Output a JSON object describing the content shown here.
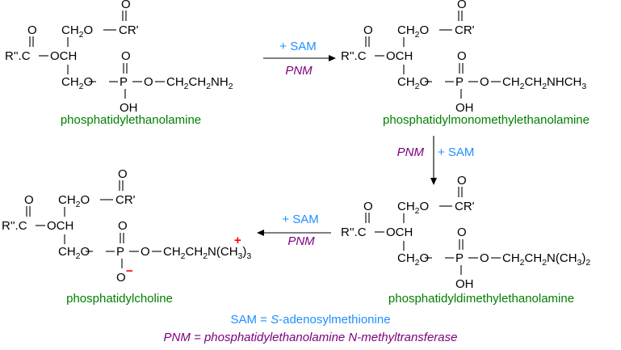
{
  "colors": {
    "compound_name": "#008000",
    "sam": "#1e90ff",
    "pnm": "#800080",
    "charge": "#ff0000",
    "structure": "#000000"
  },
  "compounds": [
    {
      "id": "pe",
      "name": "phosphatidylethanolamine",
      "head_group": "CH2CH2NH2",
      "phosphate_oxygen": "OH"
    },
    {
      "id": "pme",
      "name": "phosphatidylmonomethylethanolamine",
      "head_group": "CH2CH2NHCH3",
      "phosphate_oxygen": "OH"
    },
    {
      "id": "pde",
      "name": "phosphatidyldimethylethanolamine",
      "head_group": "CH2CH2N(CH3)2",
      "phosphate_oxygen": "OH"
    },
    {
      "id": "pc",
      "name": "phosphatidylcholine",
      "head_group": "CH2CH2N+(CH3)3",
      "phosphate_oxygen": "O−"
    }
  ],
  "steps": [
    {
      "from": "pe",
      "to": "pme",
      "reagent": "+ SAM",
      "enzyme": "PNM"
    },
    {
      "from": "pme",
      "to": "pde",
      "reagent": "+ SAM",
      "enzyme": "PNM"
    },
    {
      "from": "pde",
      "to": "pc",
      "reagent": "+ SAM",
      "enzyme": "PNM"
    }
  ],
  "atoms": {
    "O": "O",
    "C": "C",
    "P": "P",
    "R1": "R'",
    "R2": "R''.",
    "CH": "CH",
    "CH2": "CH",
    "OH": "OH",
    "plus": "+",
    "minus": "−",
    "N": "N",
    "NH2": "NH",
    "NHCH3": "NHCH",
    "CH2CH2": "CH",
    "CH3": "(CH",
    "close": ")"
  },
  "legend": {
    "sam_abbr": "SAM",
    "sam_eq": " = ",
    "sam_italic": "S",
    "sam_rest": "-adenosylmethionine",
    "pnm_abbr": "PNM",
    "pnm_eq": " = phosphatidylethanolamine ",
    "pnm_italic": "N",
    "pnm_rest": "-methyltransferase"
  }
}
